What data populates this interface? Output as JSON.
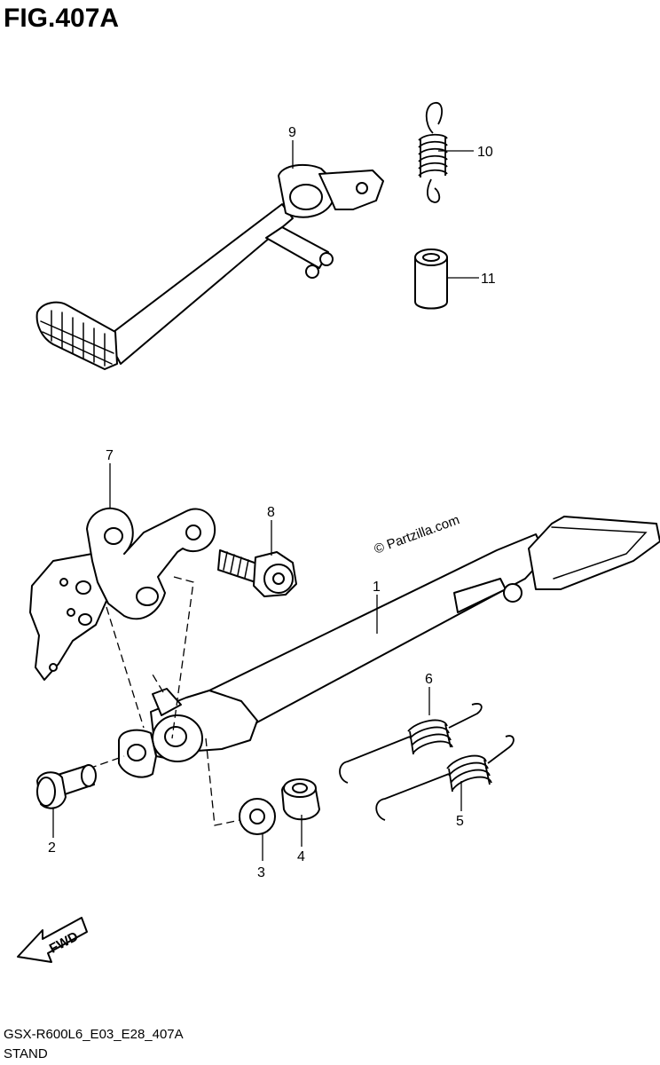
{
  "figure": {
    "title": "FIG.407A",
    "watermark": "© Partzilla.com",
    "footer_code": "GSX-R600L6_E03_E28_407A",
    "footer_name": "STAND",
    "direction_label": "FWD"
  },
  "callouts": [
    {
      "id": "1",
      "part": "side-stand"
    },
    {
      "id": "2",
      "part": "stand-bolt"
    },
    {
      "id": "3",
      "part": "washer"
    },
    {
      "id": "4",
      "part": "nut"
    },
    {
      "id": "5",
      "part": "outer-spring"
    },
    {
      "id": "6",
      "part": "inner-spring"
    },
    {
      "id": "7",
      "part": "stand-bracket"
    },
    {
      "id": "8",
      "part": "bracket-bolt"
    },
    {
      "id": "9",
      "part": "gearshift-lever"
    },
    {
      "id": "10",
      "part": "lever-spring"
    },
    {
      "id": "11",
      "part": "collar"
    }
  ]
}
